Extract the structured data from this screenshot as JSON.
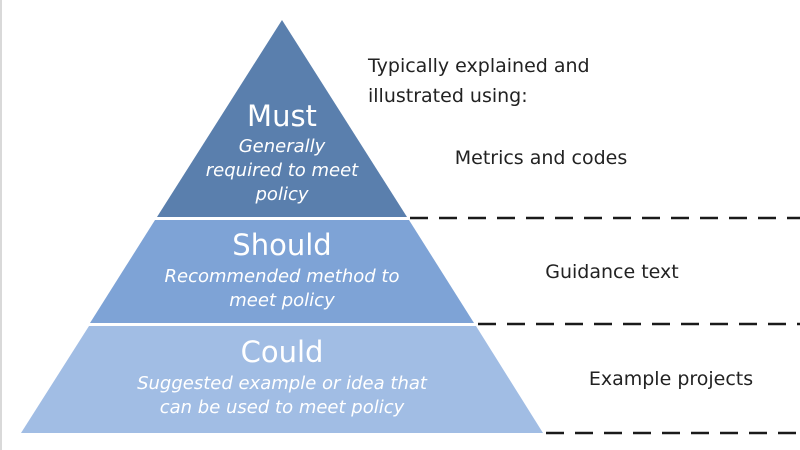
{
  "intro": {
    "line1": "Typically explained and",
    "line2": "illustrated using:"
  },
  "tiers": [
    {
      "title": "Must",
      "description_lines": [
        "Generally",
        "required to meet",
        "policy"
      ],
      "side_label": "Metrics and codes",
      "color": "#5a7fad"
    },
    {
      "title": "Should",
      "description_lines": [
        "Recommended method to",
        "meet policy"
      ],
      "side_label": "Guidance text",
      "color": "#7ea3d6"
    },
    {
      "title": "Could",
      "description_lines": [
        "Suggested example or idea that",
        "can be used to meet policy"
      ],
      "side_label": "Example projects",
      "color": "#a1bde4"
    }
  ],
  "colors": {
    "divider": "#1a1a1a",
    "text": "#222222",
    "separator": "#ffffff"
  }
}
